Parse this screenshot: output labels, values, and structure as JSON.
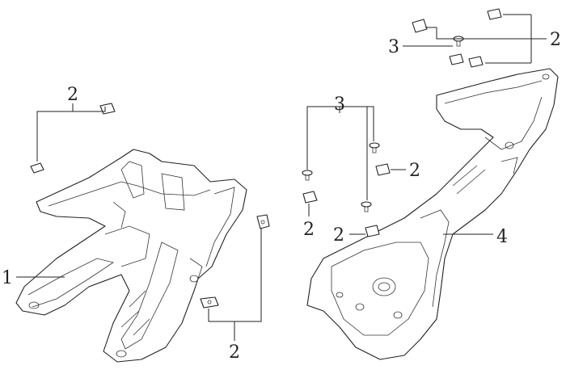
{
  "diagram": {
    "callouts": [
      {
        "id": "c1",
        "label": "2"
      },
      {
        "id": "c2",
        "label": "1"
      },
      {
        "id": "c3",
        "label": "2"
      },
      {
        "id": "c4",
        "label": "3"
      },
      {
        "id": "c5",
        "label": "2"
      },
      {
        "id": "c6",
        "label": "3"
      },
      {
        "id": "c7",
        "label": "2"
      },
      {
        "id": "c8",
        "label": "2"
      },
      {
        "id": "c9",
        "label": "2"
      },
      {
        "id": "c10",
        "label": "4"
      }
    ]
  }
}
